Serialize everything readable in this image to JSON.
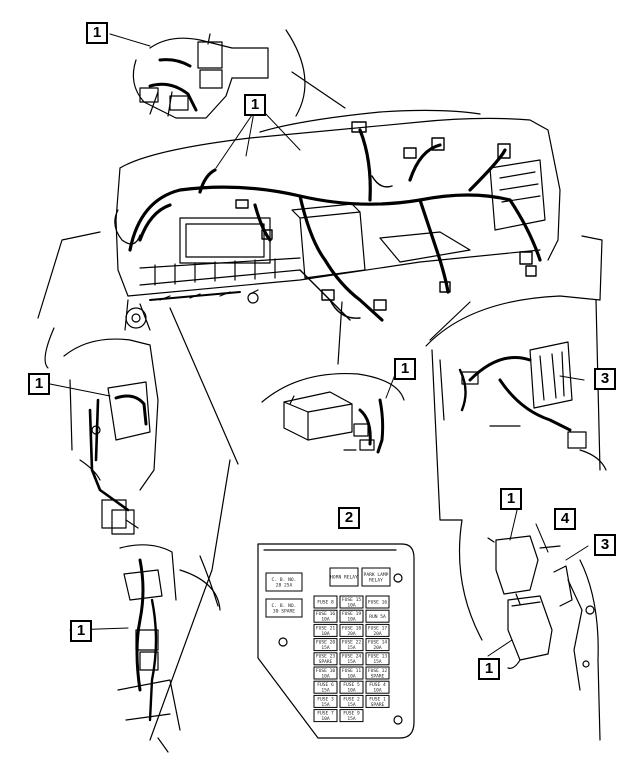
{
  "diagram": {
    "callouts": {
      "c1_top_left": "1",
      "c1_dash": "1",
      "c1_left_mid": "1",
      "c1_center": "1",
      "c1_bottom_left": "1",
      "c1_right_top": "1",
      "c1_right_bottom": "1",
      "c2_fuse_block": "2",
      "c3_right_mid": "3",
      "c3_right_lower": "3",
      "c4_right": "4"
    },
    "fuse_block": {
      "top_row": [
        "HORN RELAY",
        "PARK LAMP RELAY"
      ],
      "left_column": [
        "C. B. NO. 28 25A",
        "C. B. NO. 30 SPARE"
      ],
      "fuses": [
        "FUSE 8",
        "FUSE 15 10A",
        "FUSE 16",
        "FUSE 16 10A",
        "FUSE 19 10A",
        "RUN 5A",
        "FUSE 21 10A",
        "FUSE 18 20A",
        "FUSE 17 20A",
        "FUSE 20 15A",
        "FUSE 22 15A",
        "FUSE 14 20A",
        "FUSE 23 SPARE",
        "FUSE 24 15A",
        "FUSE 13 15A",
        "FUSE 10 10A",
        "FUSE 11 10A",
        "FUSE 12 SPARE",
        "FUSE 6 15A",
        "FUSE 5 10A",
        "FUSE 4 10A",
        "FUSE 3 15A",
        "FUSE 2 15A",
        "FUSE 1 SPARE",
        "FUSE 7 10A",
        "FUSE 9 15A"
      ]
    }
  }
}
